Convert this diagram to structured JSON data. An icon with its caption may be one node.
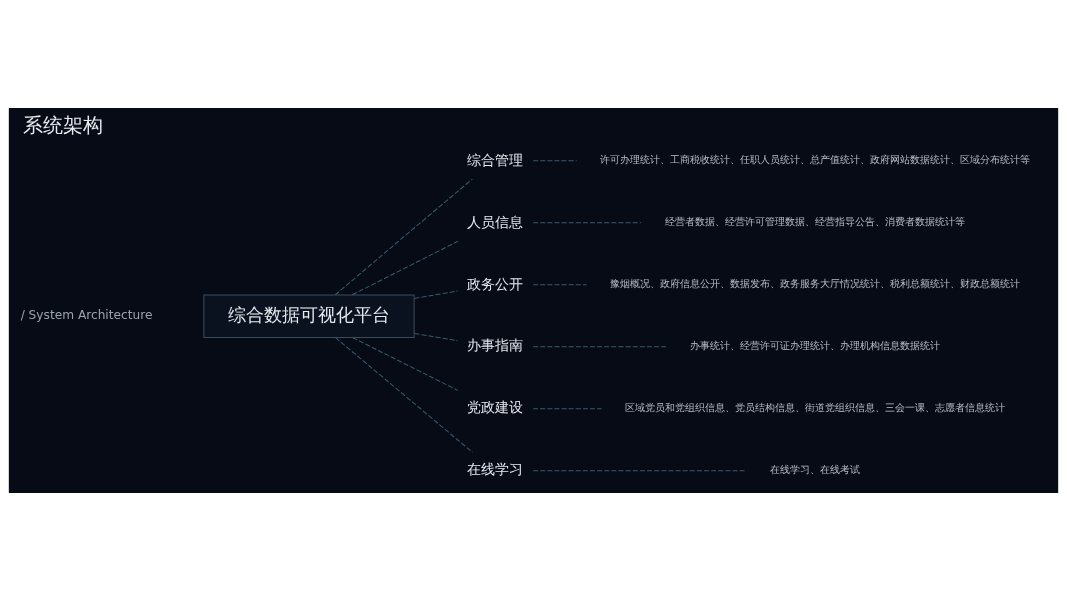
{
  "diagram": {
    "title": "系统架构",
    "nodes": [
      {
        "text": [
          "综合数据可视化平台"
        ]
      },
      {
        "text": [
          "综合管理"
        ]
      },
      {
        "text": [
          "许可办理统计、工商税收统计、任职人员统计、总产值统计、政府网站数据统计、区域分布统计等"
        ]
      },
      {
        "text": [
          "人员信息"
        ]
      },
      {
        "text": [
          "经营者数据、经营许可管理数据、经营指导公告、消费者数据统计等"
        ]
      },
      {
        "text": [
          "政务公开"
        ]
      },
      {
        "text": [
          "豫烟概况、政府信息公开、数据发布、政务服务大厅情况统计、税利总额统计、财政总额统计"
        ]
      },
      {
        "text": [
          "办事指南"
        ]
      },
      {
        "text": [
          "办事统计、经营许可证办理统计、办理机构信息数据统计"
        ]
      },
      {
        "text": [
          "党政建设"
        ]
      },
      {
        "text": [
          "区域党员和党组织信息、党员结构信息、街道党组织信息、三会一课、志愿者信息统计"
        ]
      },
      {
        "text": [
          "在线学习"
        ]
      },
      {
        "text": [
          "在线学习、在线考试"
        ]
      }
    ],
    "edges": [
      {
        "from": 0,
        "to": 1,
        "arrow": "none",
        "style": "dashed"
      },
      {
        "from": 0,
        "to": 3,
        "arrow": "none",
        "style": "dashed"
      },
      {
        "from": 0,
        "to": 5,
        "arrow": "none",
        "style": "dashed"
      },
      {
        "from": 0,
        "to": 7,
        "arrow": "none",
        "style": "dashed"
      },
      {
        "from": 0,
        "to": 9,
        "arrow": "none",
        "style": "dashed"
      },
      {
        "from": 0,
        "to": 11,
        "arrow": "none",
        "style": "dashed"
      },
      {
        "from": 1,
        "to": 2,
        "arrow": "none",
        "style": "dashed"
      },
      {
        "from": 3,
        "to": 4,
        "arrow": "none",
        "style": "dashed"
      },
      {
        "from": 5,
        "to": 6,
        "arrow": "none",
        "style": "dashed"
      },
      {
        "from": 7,
        "to": 8,
        "arrow": "none",
        "style": "dashed"
      },
      {
        "from": 9,
        "to": 10,
        "arrow": "none",
        "style": "dashed"
      },
      {
        "from": 11,
        "to": 12,
        "arrow": "none",
        "style": "dashed"
      }
    ],
    "labels": [
      "/ System Architecture"
    ]
  }
}
